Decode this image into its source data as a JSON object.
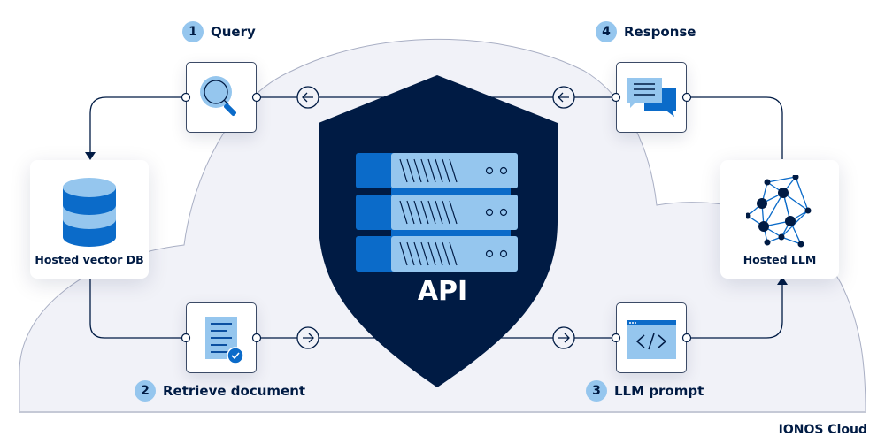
{
  "diagram": {
    "center_label": "API",
    "footer_label": "IONOS Cloud",
    "steps": [
      {
        "number": "1",
        "label": "Query",
        "icon": "magnifier-icon"
      },
      {
        "number": "2",
        "label": "Retrieve document",
        "icon": "document-check-icon"
      },
      {
        "number": "3",
        "label": "LLM prompt",
        "icon": "code-window-icon"
      },
      {
        "number": "4",
        "label": "Response",
        "icon": "chat-bubbles-icon"
      }
    ],
    "endpoints": [
      {
        "label": "Hosted vector DB",
        "icon": "database-icon"
      },
      {
        "label": "Hosted LLM",
        "icon": "neural-network-icon"
      }
    ],
    "colors": {
      "navy": "#001b44",
      "blue": "#0b6bc9",
      "light_blue": "#95c6ee",
      "cloud_fill": "#f1f2f8",
      "cloud_stroke": "#a9afc4"
    }
  }
}
